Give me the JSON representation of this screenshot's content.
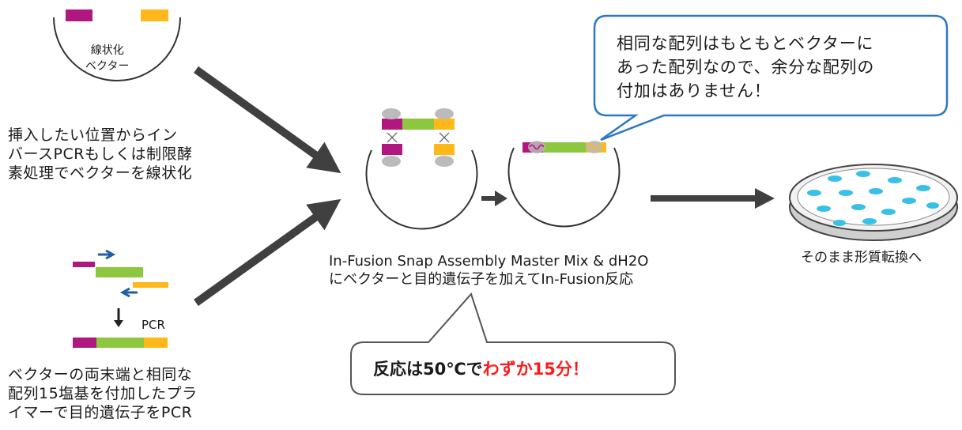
{
  "linearized_vector_label": [
    "線状化",
    "ベクター"
  ],
  "vector_description": [
    "挿入したい位置からイン",
    "バースPCRもしくは制限酵",
    "素処理でベクターを線状化"
  ],
  "pcr_label": "PCR",
  "primer_description": [
    "ベクターの両末端と相同な",
    "配列15塩基を付加したプラ",
    "イマーで目的遺伝子をPCR"
  ],
  "reaction_caption": [
    "In-Fusion Snap Assembly Master Mix & dH2O",
    "にベクターと目的遺伝子を加えてIn-Fusion反応"
  ],
  "transformation_label": "そのまま形質転換へ",
  "homology_callout": [
    "相同な配列はもともとベクターに",
    "あった配列なので、余分な配列の",
    "付加はありません！"
  ],
  "reaction_time_callout": {
    "prefix": "反応は50℃で",
    "highlight": "わずか15分！"
  },
  "colors": {
    "vector_end_left": "#b0177f",
    "vector_end_right": "#ffb81a",
    "insert": "#8dc63f",
    "primer_arrow": "#1f5fa8",
    "colony": "#39c0e6",
    "callout_border_blue": "#2e78c2",
    "highlight_red": "#ff1a1a",
    "arrow_gray": "#404040"
  },
  "icons": [
    "linearized-vector",
    "pcr-primers",
    "annealing-intermediate",
    "circular-product",
    "petri-dish"
  ]
}
